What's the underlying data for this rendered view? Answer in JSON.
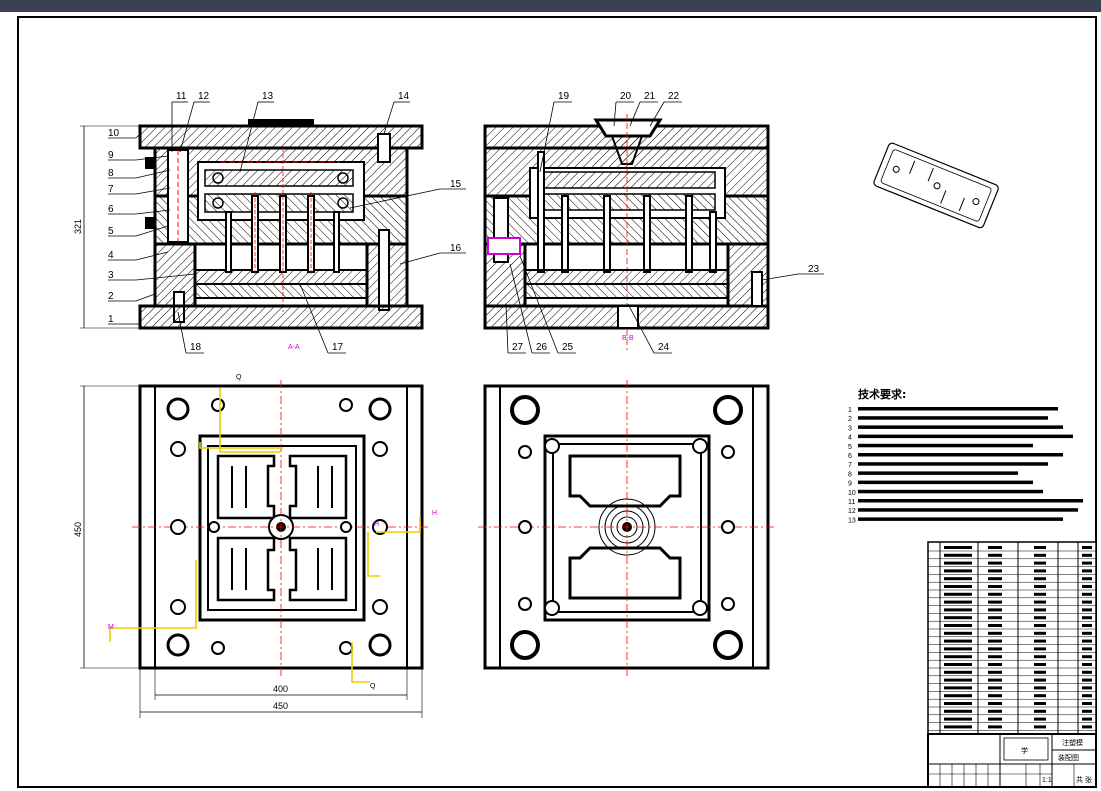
{
  "colors": {
    "frame_dark": "#3a4150",
    "line": "#000000",
    "centerline": "#ff0000",
    "yellow": "#e8d000",
    "magenta": "#d000d0",
    "hatch": "#000000"
  },
  "views": {
    "front_section": {
      "label": "A-A"
    },
    "side_section": {
      "label": "B-B"
    }
  },
  "balloons_left": [
    "1",
    "2",
    "3",
    "4",
    "5",
    "6",
    "7",
    "8",
    "9",
    "10",
    "11",
    "12",
    "13",
    "14",
    "15",
    "16",
    "17",
    "18"
  ],
  "balloons_right": [
    "19",
    "20",
    "21",
    "22",
    "23",
    "24",
    "25",
    "26",
    "27"
  ],
  "dimensions": {
    "height_front": "321",
    "plan_height": "450",
    "plan_inner_width": "400",
    "plan_outer_width": "450"
  },
  "yellow_labels": {
    "top": "Q",
    "bottom": "Q",
    "right_mid": "H",
    "left_bottom": "M",
    "right_edge": "H"
  },
  "tech_requirements": {
    "title": "技术要求:",
    "lines": [
      "1",
      "2",
      "3",
      "4",
      "5",
      "6",
      "7",
      "8",
      "9",
      "10",
      "11",
      "12",
      "13"
    ]
  },
  "title_block": {
    "logo": "学",
    "name": "注塑模",
    "drawing_no": "装配图",
    "scale": "1:1",
    "sheet": "共 张"
  }
}
